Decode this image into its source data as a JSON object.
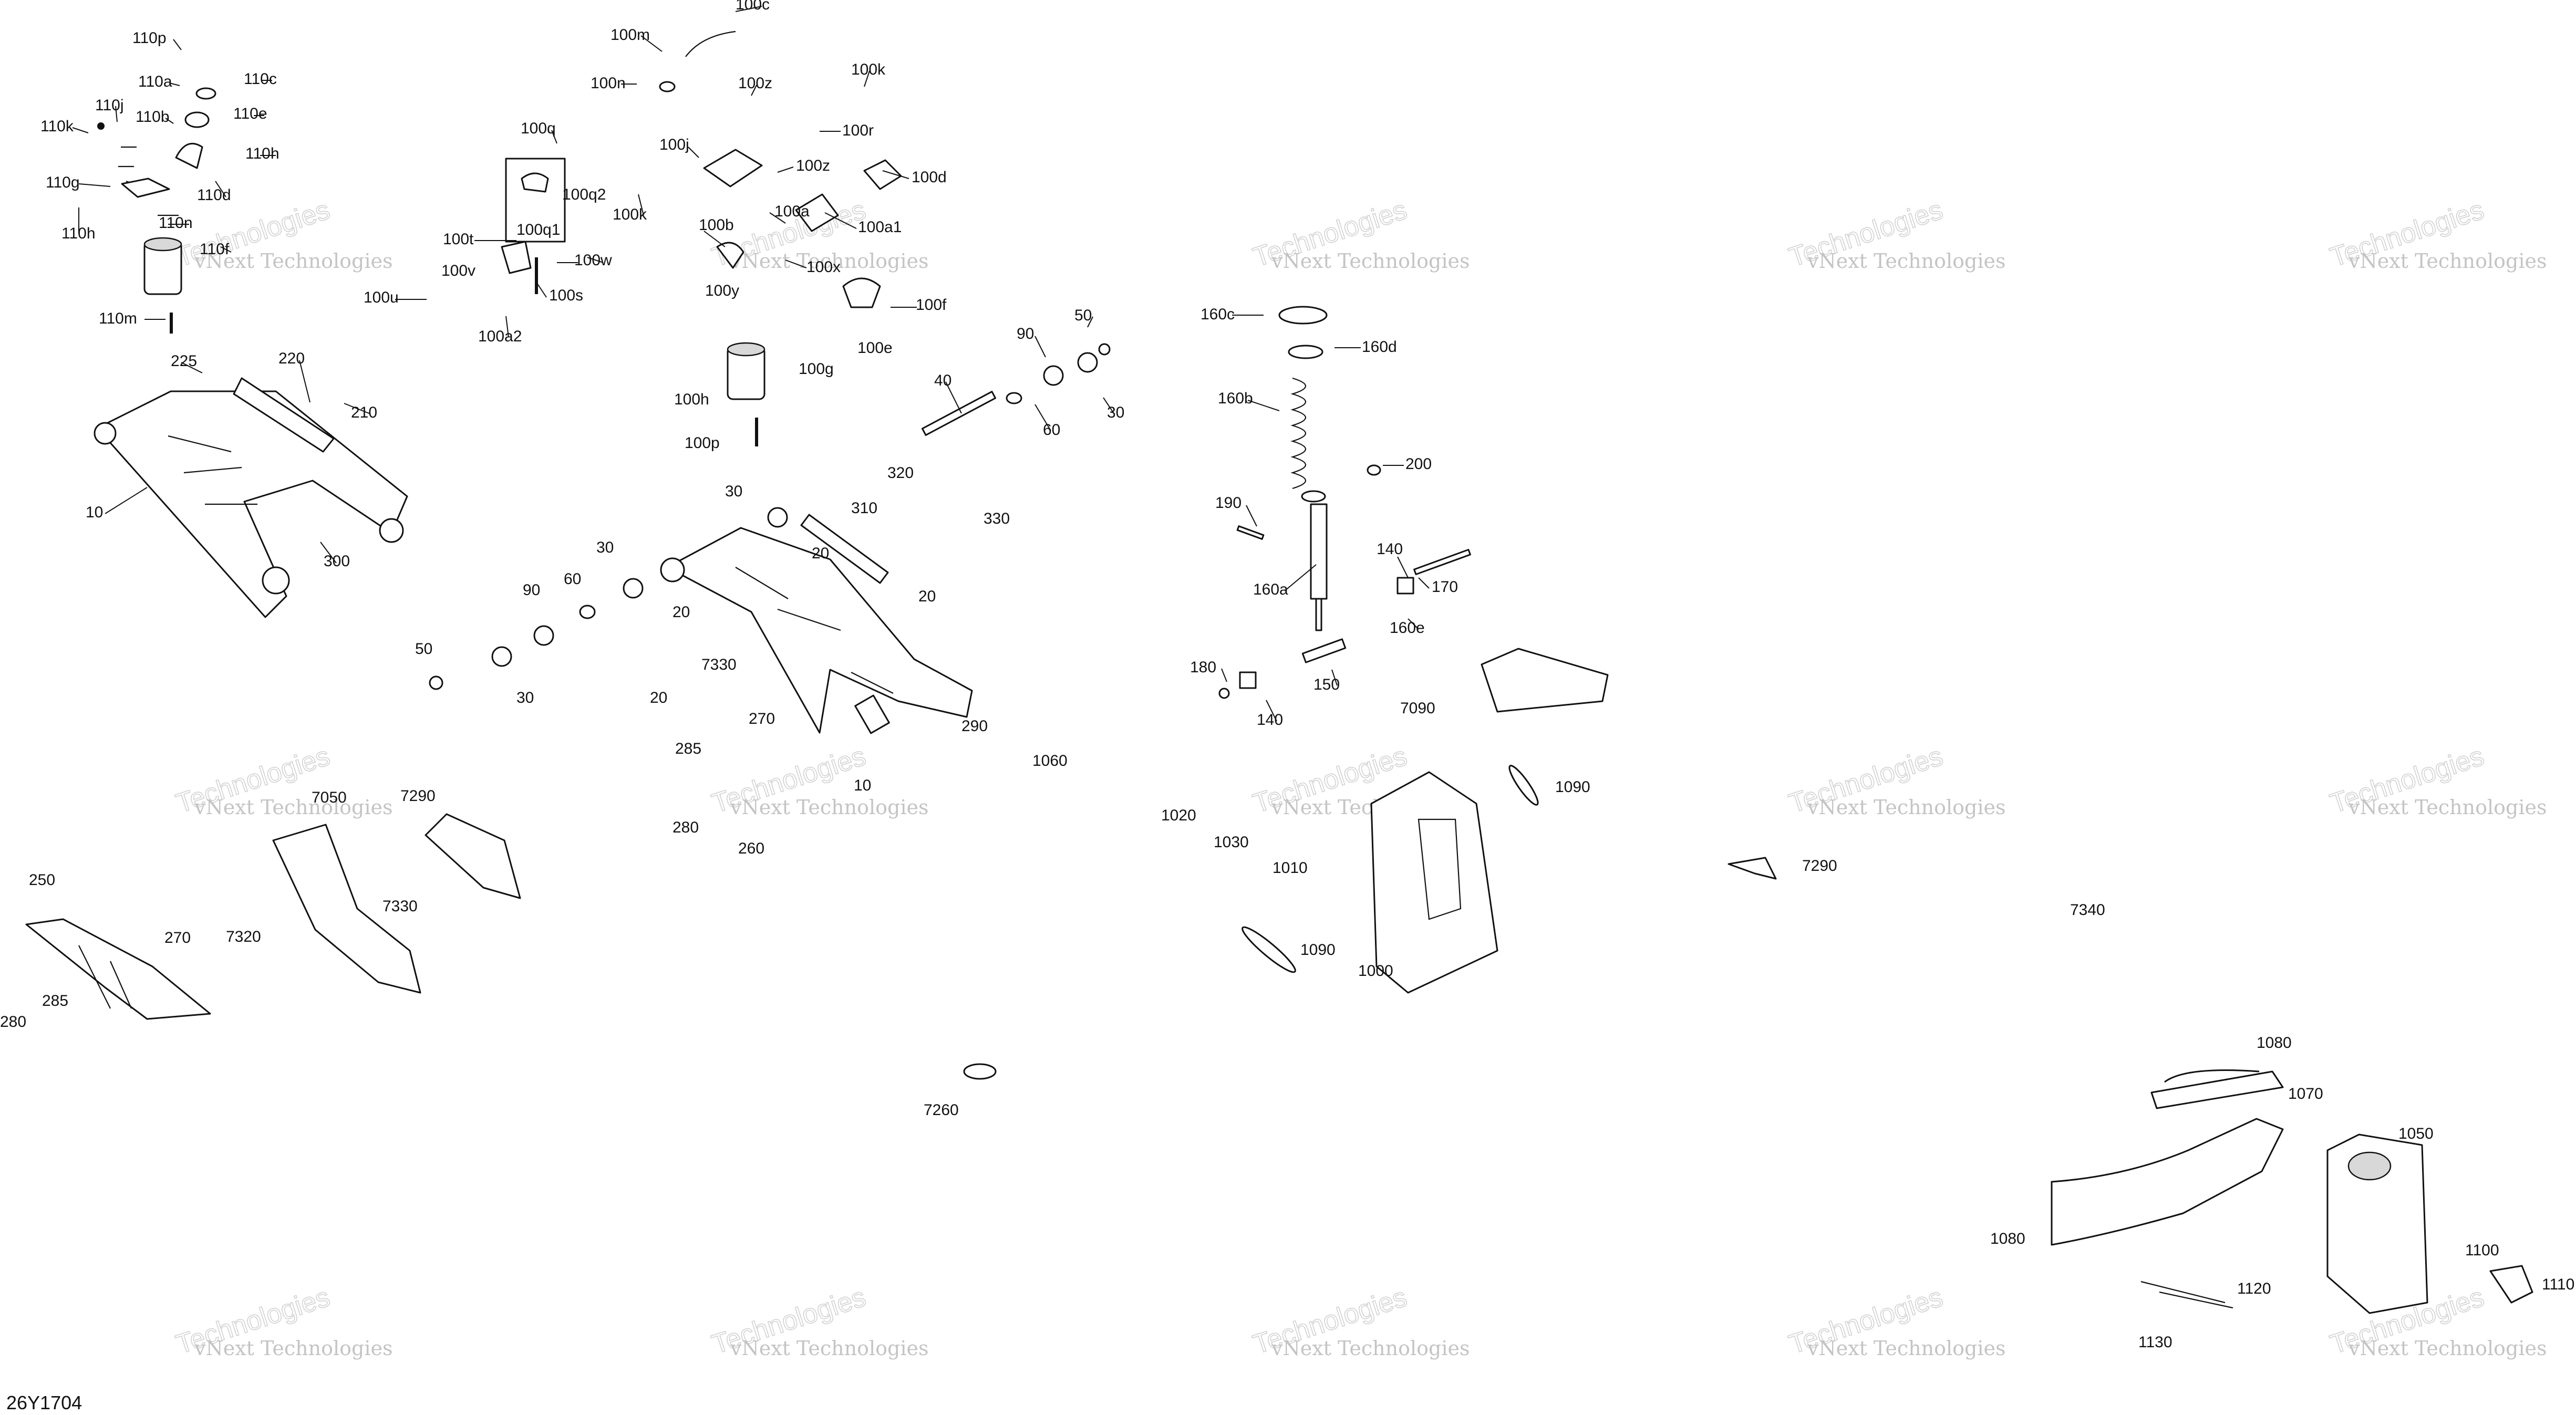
{
  "diagram_code": "26Y1704",
  "watermark": {
    "line1": "vNext Technologies",
    "line2": "Technologies"
  },
  "labels": [
    "110p",
    "110c",
    "110a",
    "110e",
    "110k",
    "110j",
    "110b",
    "110h",
    "110g",
    "110d",
    "110n",
    "110h",
    "110f",
    "110m",
    "100m",
    "100c",
    "100n",
    "100z",
    "100k",
    "100r",
    "100q",
    "100j",
    "100z",
    "100d",
    "100q2",
    "100k",
    "100a",
    "100a1",
    "100t",
    "100q1",
    "100b",
    "100x",
    "100w",
    "100v",
    "100s",
    "100y",
    "100f",
    "100u",
    "100a2",
    "100e",
    "100g",
    "100h",
    "100p",
    "160c",
    "160d",
    "160b",
    "200",
    "190",
    "140",
    "170",
    "160a",
    "160e",
    "180",
    "140",
    "150",
    "90",
    "50",
    "30",
    "60",
    "40",
    "225",
    "220",
    "210",
    "10",
    "300",
    "320",
    "30",
    "310",
    "330",
    "30",
    "20",
    "90",
    "60",
    "20",
    "50",
    "30",
    "7330",
    "20",
    "20",
    "10",
    "290",
    "1060",
    "285",
    "270",
    "280",
    "260",
    "7090",
    "1090",
    "1020",
    "1030",
    "1010",
    "7290",
    "1090",
    "1000",
    "7260",
    "7340",
    "7050",
    "7290",
    "250",
    "270",
    "7330",
    "7320",
    "285",
    "280",
    "1080",
    "1070",
    "1050",
    "1080",
    "1100",
    "1110",
    "1120",
    "1130"
  ]
}
